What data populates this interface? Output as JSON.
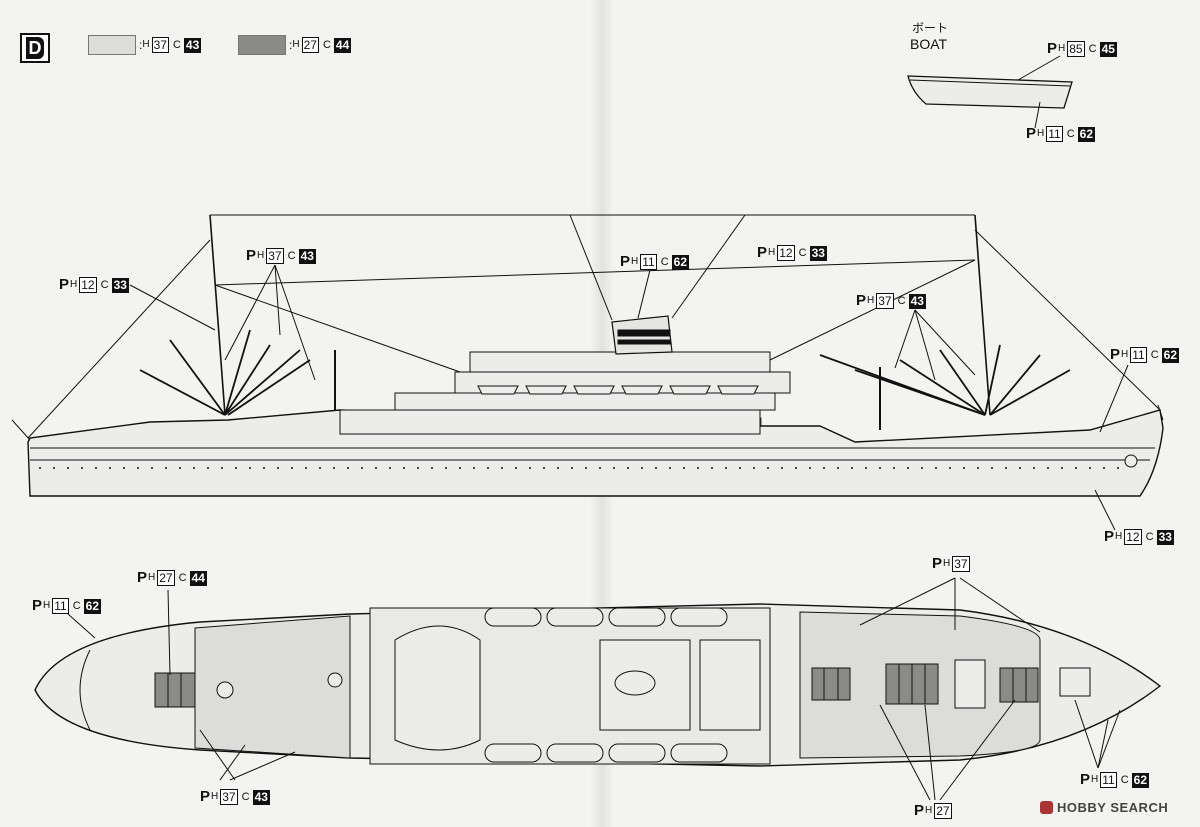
{
  "legend": {
    "section_letter": "D",
    "light_label_h": "H",
    "light_h": "37",
    "light_label_c": "C",
    "light_c": "43",
    "dark_label_h": "H",
    "dark_h": "27",
    "dark_label_c": "C",
    "dark_c": "44",
    "light_color": "#dcdcda",
    "dark_color": "#8a8a88"
  },
  "boat": {
    "title_jp": "ボート",
    "title_en": "BOAT"
  },
  "callouts": [
    {
      "id": "boat-top",
      "p": "P",
      "h": "85",
      "c": "45"
    },
    {
      "id": "boat-hull",
      "p": "P",
      "h": "11",
      "c": "62"
    },
    {
      "id": "side-mast-a",
      "p": "P",
      "h": "37",
      "c": "43"
    },
    {
      "id": "side-rig-a",
      "p": "P",
      "h": "12",
      "c": "33"
    },
    {
      "id": "side-funnel",
      "p": "P",
      "h": "11",
      "c": "62"
    },
    {
      "id": "side-rig-b",
      "p": "P",
      "h": "12",
      "c": "33"
    },
    {
      "id": "side-mast-b",
      "p": "P",
      "h": "37",
      "c": "43"
    },
    {
      "id": "side-bow",
      "p": "P",
      "h": "11",
      "c": "62"
    },
    {
      "id": "side-hull",
      "p": "P",
      "h": "12",
      "c": "33"
    },
    {
      "id": "top-hatch",
      "p": "P",
      "h": "27",
      "c": "44"
    },
    {
      "id": "top-stern",
      "p": "P",
      "h": "11",
      "c": "62"
    },
    {
      "id": "top-deck-a",
      "p": "P",
      "h": "37",
      "c": "43"
    },
    {
      "id": "top-fore",
      "p": "P",
      "h": "37",
      "c": ""
    },
    {
      "id": "top-hatch-b",
      "p": "P",
      "h": "27",
      "c": ""
    },
    {
      "id": "top-bow",
      "p": "P",
      "h": "11",
      "c": "62"
    }
  ],
  "watermark": {
    "text": "HOBBY SEARCH"
  }
}
